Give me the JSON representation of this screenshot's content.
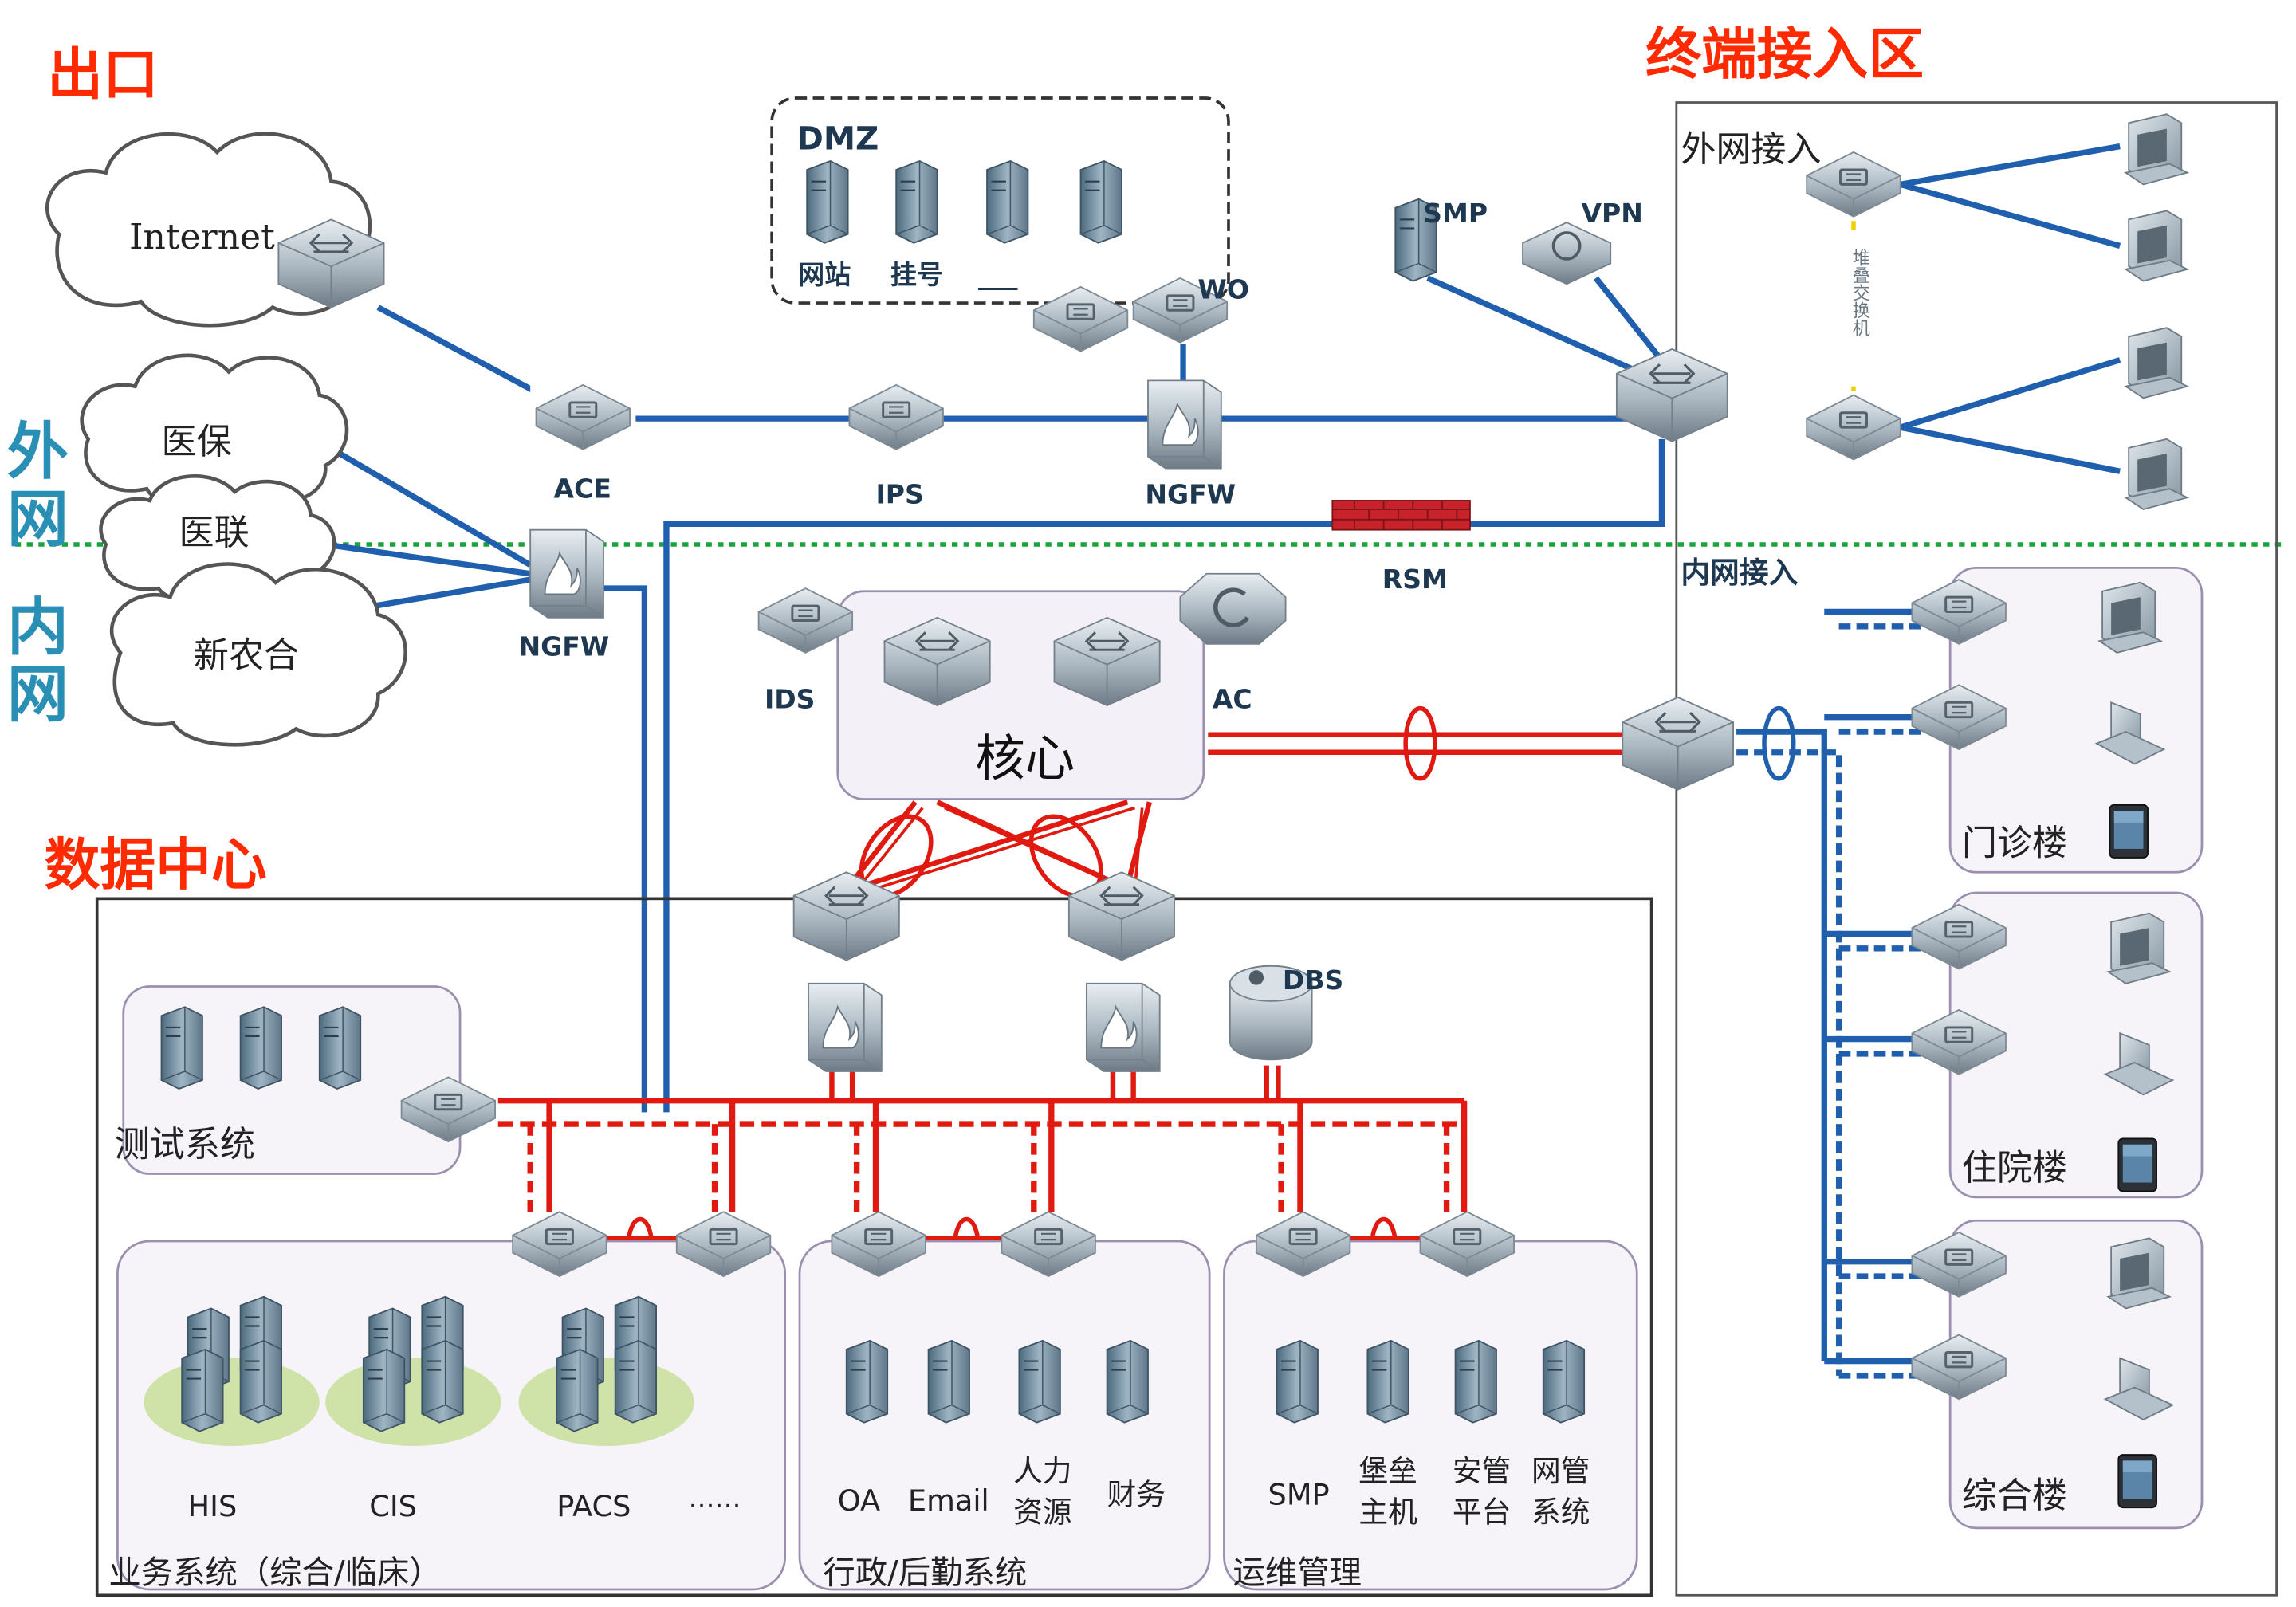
{
  "sections": {
    "exit": "出口",
    "terminal": "终端接入区",
    "datacenter": "数据中心",
    "outer": "外网",
    "inner": "内网"
  },
  "clouds": {
    "internet": "Internet",
    "yibao": "医保",
    "yilian": "医联",
    "xinnonghe": "新农合"
  },
  "dmz": {
    "title": "DMZ",
    "servers": [
      "网站",
      "挂号",
      "___"
    ],
    "wo": "WO"
  },
  "devices": {
    "ace": "ACE",
    "ips": "IPS",
    "ngfw_top": "NGFW",
    "smp": "SMP",
    "vpn": "VPN",
    "rsm": "RSM",
    "ngfw_left": "NGFW",
    "ids": "IDS",
    "ac": "AC",
    "core": "核心",
    "dbs": "DBS"
  },
  "terminal_area": {
    "outer_access": "外网接入",
    "inner_access": "内网接入",
    "stack_note": "堆叠交换机",
    "buildings": [
      "门诊楼",
      "住院楼",
      "综合楼"
    ]
  },
  "datacenter": {
    "test_system": "测试系统",
    "business": {
      "title": "业务系统（综合/临床）",
      "apps": [
        "HIS",
        "CIS",
        "PACS",
        "……"
      ]
    },
    "admin": {
      "title": "行政/后勤系统",
      "apps": [
        "OA",
        "Email",
        "人力\n资源",
        "财务"
      ]
    },
    "ops": {
      "title": "运维管理",
      "apps": [
        "SMP",
        "堡垒\n主机",
        "安管\n平台",
        "网管\n系统"
      ]
    }
  },
  "colors": {
    "red_label": "#ff2a00",
    "teal_label": "#2a8fb4",
    "blue_link": "#1f5fae",
    "red_link": "#e01a10",
    "green_divider": "#1aa33a"
  }
}
